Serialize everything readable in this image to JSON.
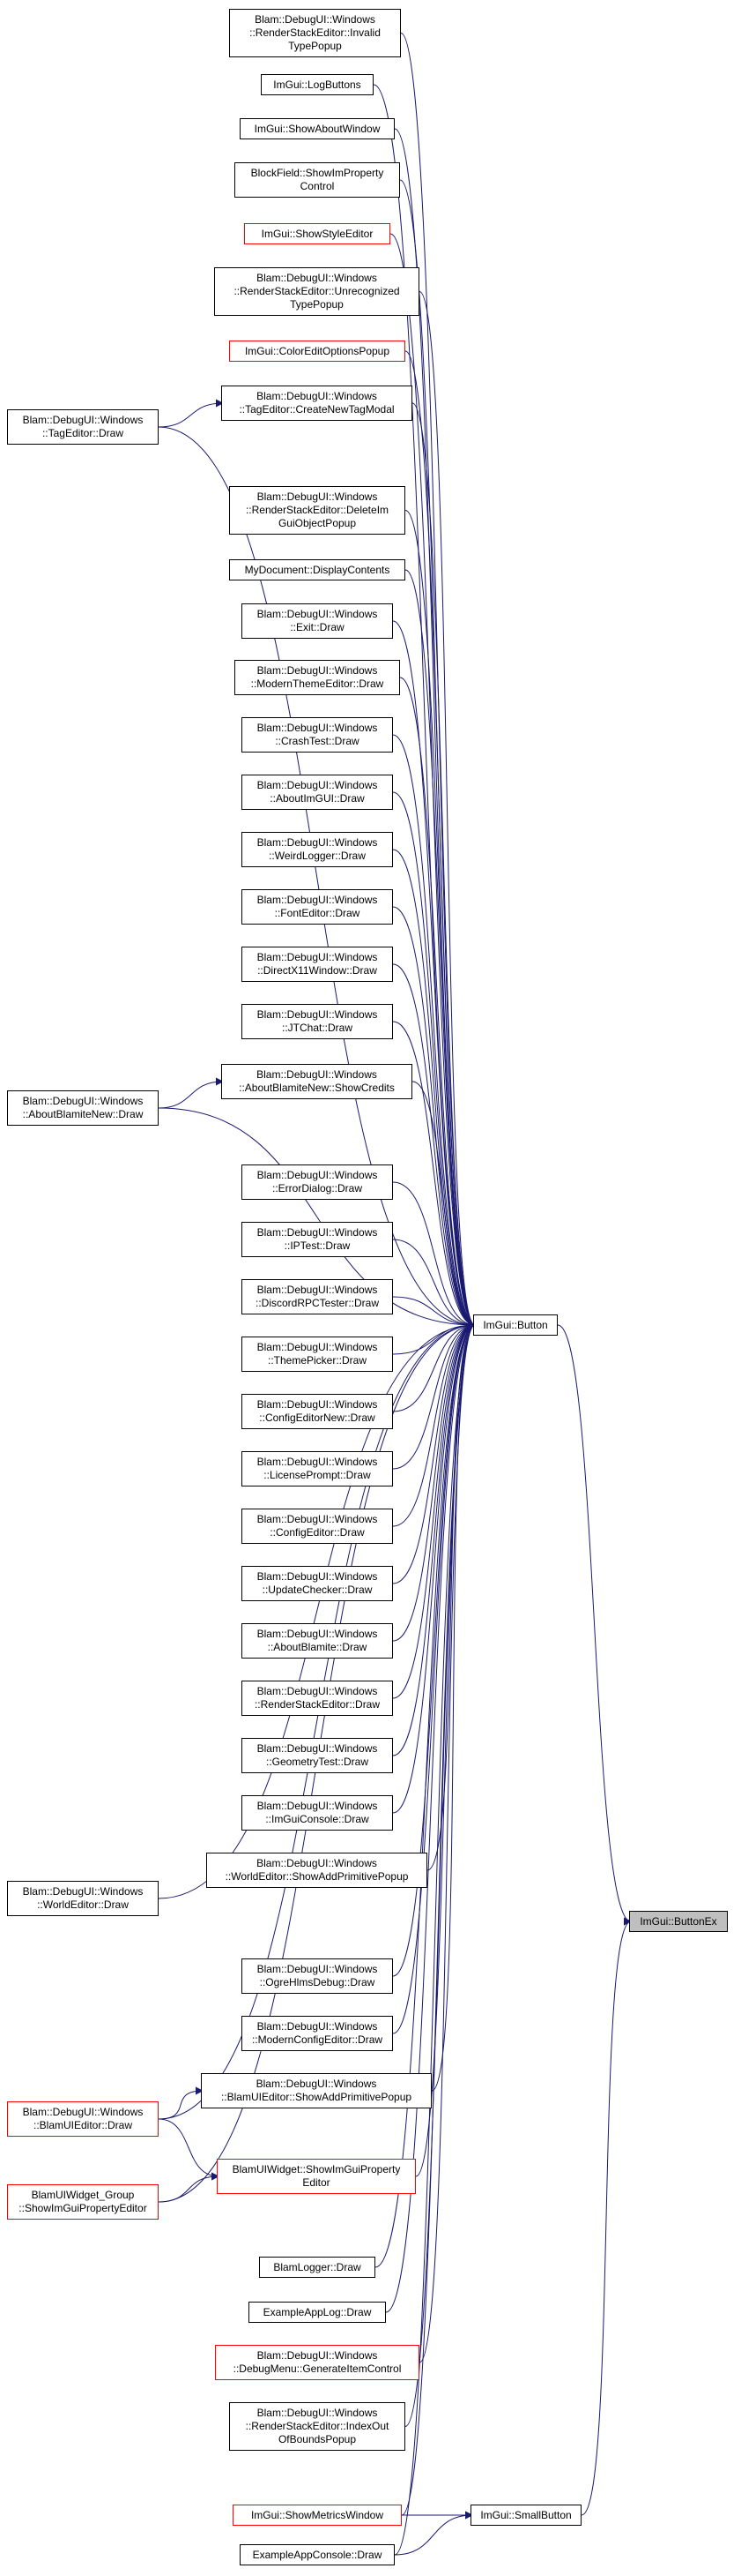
{
  "colors": {
    "edge": "#191970",
    "border": "#000000",
    "border_truncated": "#ff0000",
    "target_fill": "#bfbfbf"
  },
  "nodes": [
    {
      "id": "n01",
      "label": "Blam::DebugUI::Windows\n::RenderStackEditor::Invalid\nTypePopup"
    },
    {
      "id": "n02",
      "label": "ImGui::LogButtons"
    },
    {
      "id": "n03",
      "label": "ImGui::ShowAboutWindow"
    },
    {
      "id": "n04",
      "label": "BlockField::ShowImProperty\nControl"
    },
    {
      "id": "n05",
      "label": "ImGui::ShowStyleEditor",
      "truncated": true
    },
    {
      "id": "n06",
      "label": "Blam::DebugUI::Windows\n::RenderStackEditor::Unrecognized\nTypePopup"
    },
    {
      "id": "n07",
      "label": "ImGui::ColorEditOptionsPopup",
      "truncated": true
    },
    {
      "id": "n08",
      "label": "Blam::DebugUI::Windows\n::TagEditor::CreateNewTagModal"
    },
    {
      "id": "n09",
      "label": "Blam::DebugUI::Windows\n::TagEditor::Draw"
    },
    {
      "id": "n10",
      "label": "Blam::DebugUI::Windows\n::RenderStackEditor::DeleteIm\nGuiObjectPopup"
    },
    {
      "id": "n11",
      "label": "MyDocument::DisplayContents"
    },
    {
      "id": "n12",
      "label": "Blam::DebugUI::Windows\n::Exit::Draw"
    },
    {
      "id": "n13",
      "label": "Blam::DebugUI::Windows\n::ModernThemeEditor::Draw"
    },
    {
      "id": "n14",
      "label": "Blam::DebugUI::Windows\n::CrashTest::Draw"
    },
    {
      "id": "n15",
      "label": "Blam::DebugUI::Windows\n::AboutImGUI::Draw"
    },
    {
      "id": "n16",
      "label": "Blam::DebugUI::Windows\n::WeirdLogger::Draw"
    },
    {
      "id": "n17",
      "label": "Blam::DebugUI::Windows\n::FontEditor::Draw"
    },
    {
      "id": "n18",
      "label": "Blam::DebugUI::Windows\n::DirectX11Window::Draw"
    },
    {
      "id": "n19",
      "label": "Blam::DebugUI::Windows\n::JTChat::Draw"
    },
    {
      "id": "n20",
      "label": "Blam::DebugUI::Windows\n::AboutBlamiteNew::ShowCredits"
    },
    {
      "id": "n21",
      "label": "Blam::DebugUI::Windows\n::AboutBlamiteNew::Draw"
    },
    {
      "id": "n22",
      "label": "Blam::DebugUI::Windows\n::ErrorDialog::Draw"
    },
    {
      "id": "n23",
      "label": "Blam::DebugUI::Windows\n::IPTest::Draw"
    },
    {
      "id": "n24",
      "label": "Blam::DebugUI::Windows\n::DiscordRPCTester::Draw"
    },
    {
      "id": "n25",
      "label": "ImGui::Button"
    },
    {
      "id": "n26",
      "label": "Blam::DebugUI::Windows\n::ThemePicker::Draw"
    },
    {
      "id": "n27",
      "label": "Blam::DebugUI::Windows\n::ConfigEditorNew::Draw"
    },
    {
      "id": "n28",
      "label": "Blam::DebugUI::Windows\n::LicensePrompt::Draw"
    },
    {
      "id": "n29",
      "label": "Blam::DebugUI::Windows\n::ConfigEditor::Draw"
    },
    {
      "id": "n30",
      "label": "Blam::DebugUI::Windows\n::UpdateChecker::Draw"
    },
    {
      "id": "n31",
      "label": "Blam::DebugUI::Windows\n::AboutBlamite::Draw"
    },
    {
      "id": "n32",
      "label": "Blam::DebugUI::Windows\n::RenderStackEditor::Draw"
    },
    {
      "id": "n33",
      "label": "Blam::DebugUI::Windows\n::GeometryTest::Draw"
    },
    {
      "id": "n34",
      "label": "Blam::DebugUI::Windows\n::ImGuiConsole::Draw"
    },
    {
      "id": "n35",
      "label": "Blam::DebugUI::Windows\n::WorldEditor::ShowAddPrimitivePopup"
    },
    {
      "id": "n36",
      "label": "Blam::DebugUI::Windows\n::WorldEditor::Draw"
    },
    {
      "id": "n37",
      "label": "ImGui::ButtonEx",
      "target": true
    },
    {
      "id": "n38",
      "label": "Blam::DebugUI::Windows\n::OgreHlmsDebug::Draw"
    },
    {
      "id": "n39",
      "label": "Blam::DebugUI::Windows\n::ModernConfigEditor::Draw"
    },
    {
      "id": "n40",
      "label": "Blam::DebugUI::Windows\n::BlamUIEditor::ShowAddPrimitivePopup"
    },
    {
      "id": "n41",
      "label": "Blam::DebugUI::Windows\n::BlamUIEditor::Draw",
      "truncated": true
    },
    {
      "id": "n42",
      "label": "BlamUIWidget::ShowImGuiProperty\nEditor",
      "truncated": true
    },
    {
      "id": "n43",
      "label": "BlamUIWidget_Group\n::ShowImGuiPropertyEditor",
      "truncated": true
    },
    {
      "id": "n44",
      "label": "BlamLogger::Draw"
    },
    {
      "id": "n45",
      "label": "ExampleAppLog::Draw"
    },
    {
      "id": "n46",
      "label": "Blam::DebugUI::Windows\n::DebugMenu::GenerateItemControl",
      "truncated": true
    },
    {
      "id": "n47",
      "label": "Blam::DebugUI::Windows\n::RenderStackEditor::IndexOut\nOfBoundsPopup"
    },
    {
      "id": "n48",
      "label": "ImGui::ShowMetricsWindow",
      "truncated": true
    },
    {
      "id": "n49",
      "label": "ImGui::SmallButton"
    },
    {
      "id": "n50",
      "label": "ExampleAppConsole::Draw"
    }
  ]
}
